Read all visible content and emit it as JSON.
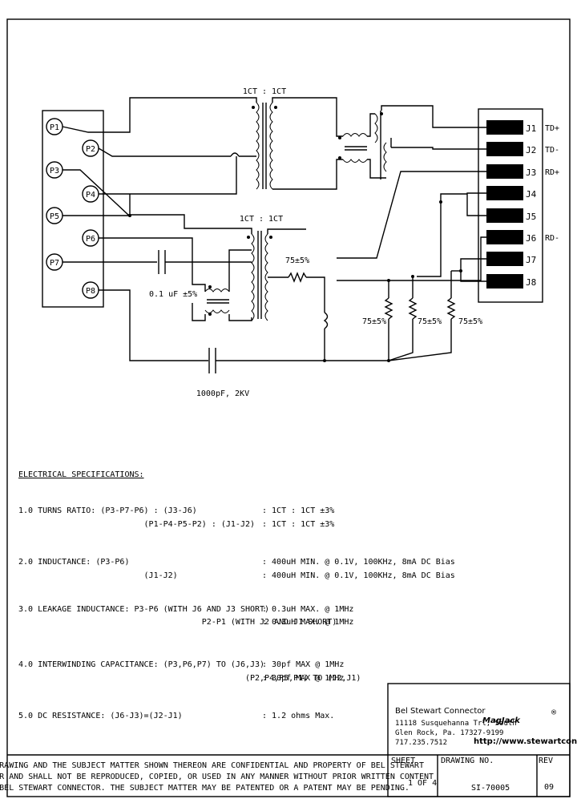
{
  "schematic": {
    "transformer_top_label": "1CT : 1CT",
    "transformer_bottom_label": "1CT : 1CT",
    "pins_left": [
      "P1",
      "P2",
      "P3",
      "P4",
      "P5",
      "P6",
      "P7",
      "P8"
    ],
    "jacks_right": [
      "J1",
      "J2",
      "J3",
      "J4",
      "J5",
      "J6",
      "J7",
      "J8"
    ],
    "signal_labels": [
      "TD+",
      "TD-",
      "RD+",
      "RD-"
    ],
    "cap_small": "0.1 uF ±5%",
    "cap_hv": "1000pF, 2KV",
    "res_series": "75±5%",
    "res_a": "75±5%",
    "res_b": "75±5%",
    "res_c": "75±5%"
  },
  "specs": {
    "heading": "ELECTRICAL SPECIFICATIONS:",
    "items": [
      {
        "left": "1.0  TURNS RATIO:  (P3-P7-P6) : (J3-J6)",
        "right": ":  1CT : 1CT ±3%"
      },
      {
        "left": "                          (P1-P4-P5-P2) : (J1-J2)",
        "right": ":  1CT : 1CT ±3%"
      },
      {
        "left": "2.0  INDUCTANCE:  (P3-P6)",
        "right": ":  400uH MIN. @ 0.1V, 100KHz, 8mA DC Bias"
      },
      {
        "left": "                          (J1-J2)",
        "right": ":  400uH MIN. @ 0.1V, 100KHz, 8mA DC Bias"
      },
      {
        "left": "3.0  LEAKAGE INDUCTANCE:  P3-P6 (WITH J6 AND J3 SHORT)",
        "right": ":  0.3uH MAX. @ 1MHz"
      },
      {
        "left": "                                      P2-P1 (WITH J2 AND J1 SHORT)",
        "right": ":  0.3uH MAX. @ 1MHz"
      },
      {
        "left": "4.0  INTERWINDING CAPACITANCE: (P3,P6,P7) TO (J6,J3)",
        "right": ":  30pf MAX @ 1MHz"
      },
      {
        "left": "                                               (P2,P4,P5,P1) TO (J2,J1)",
        "right": ":  30pf MAX @ 1MHz"
      },
      {
        "left": "5.0  DC RESISTANCE: (J6-J3)=(J2-J1)",
        "right": ":  1.2 ohms Max."
      }
    ]
  },
  "title_block": {
    "company": "Bel Stewart Connector",
    "address1": "11118 Susquehanna Trl, South",
    "address2": "Glen Rock, Pa. 17327-9199",
    "phone": "717.235.7512",
    "logo": "MagJack",
    "logo_mark": "®",
    "website": "http://www.stewartconnector.com",
    "sheet_label": "SHEET",
    "sheet_value": "1 OF 4",
    "drawing_label": "DRAWING NO.",
    "drawing_value": "SI-70005",
    "rev_label": "REV",
    "rev_value": "09"
  },
  "notice": {
    "line1": "THIS DRAWING AND THE SUBJECT MATTER SHOWN THEREON ARE CONFIDENTIAL AND PROPERTY OF BEL STEWART",
    "line2": "CONNECTOR AND SHALL NOT BE REPRODUCED, COPIED, OR USED IN ANY MANNER WITHOUT PRIOR WRITTEN CONTENT",
    "line3": "OF BEL STEWART CONNECTOR.  THE SUBJECT MATTER MAY BE PATENTED OR A PATENT MAY BE PENDING."
  }
}
